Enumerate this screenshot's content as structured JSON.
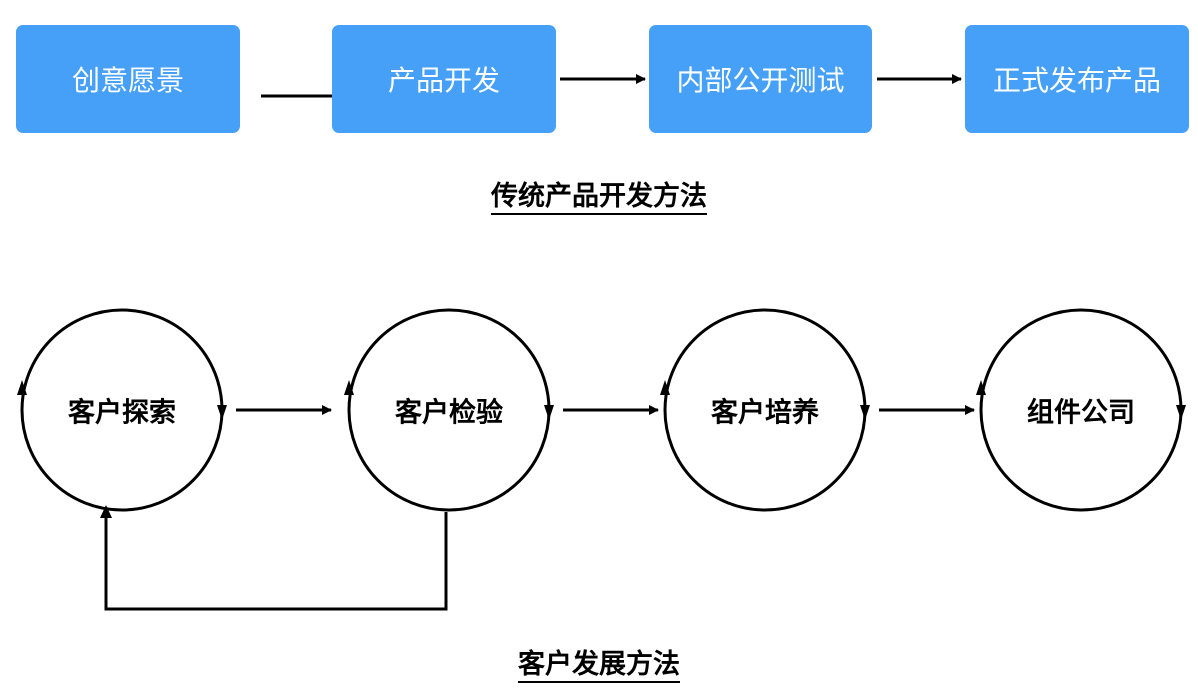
{
  "traditional": {
    "steps": [
      "创意愿景",
      "产品开发",
      "内部公开测试",
      "正式发布产品"
    ],
    "caption": "传统产品开发方法"
  },
  "customer": {
    "stages": [
      "客户探索",
      "客户检验",
      "客户培养",
      "组件公司"
    ],
    "caption": "客户发展方法"
  },
  "colors": {
    "box_fill": "#46a0f8",
    "box_text": "#ffffff",
    "line": "#000000"
  }
}
